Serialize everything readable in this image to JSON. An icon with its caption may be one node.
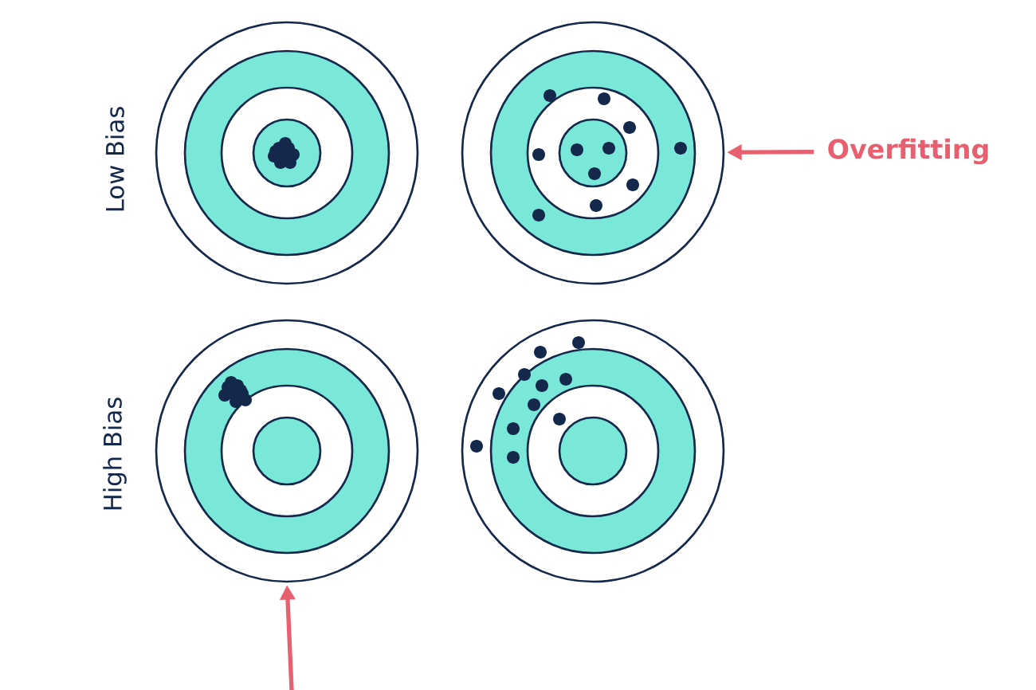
{
  "diagram": {
    "nodes": [
      {
        "text": [],
        "shape": "circle"
      },
      {
        "text": [],
        "shape": "circle"
      },
      {
        "text": [],
        "shape": "circle"
      },
      {
        "text": [],
        "shape": "circle"
      },
      {
        "text": [
          "Overfitting"
        ]
      }
    ],
    "edges": [
      {
        "from": 4,
        "to": 1,
        "arrow": "to"
      },
      {
        "from": null,
        "to": 2,
        "arrow": "to"
      }
    ],
    "labels": [
      "Low Bias",
      "High Bias"
    ]
  }
}
